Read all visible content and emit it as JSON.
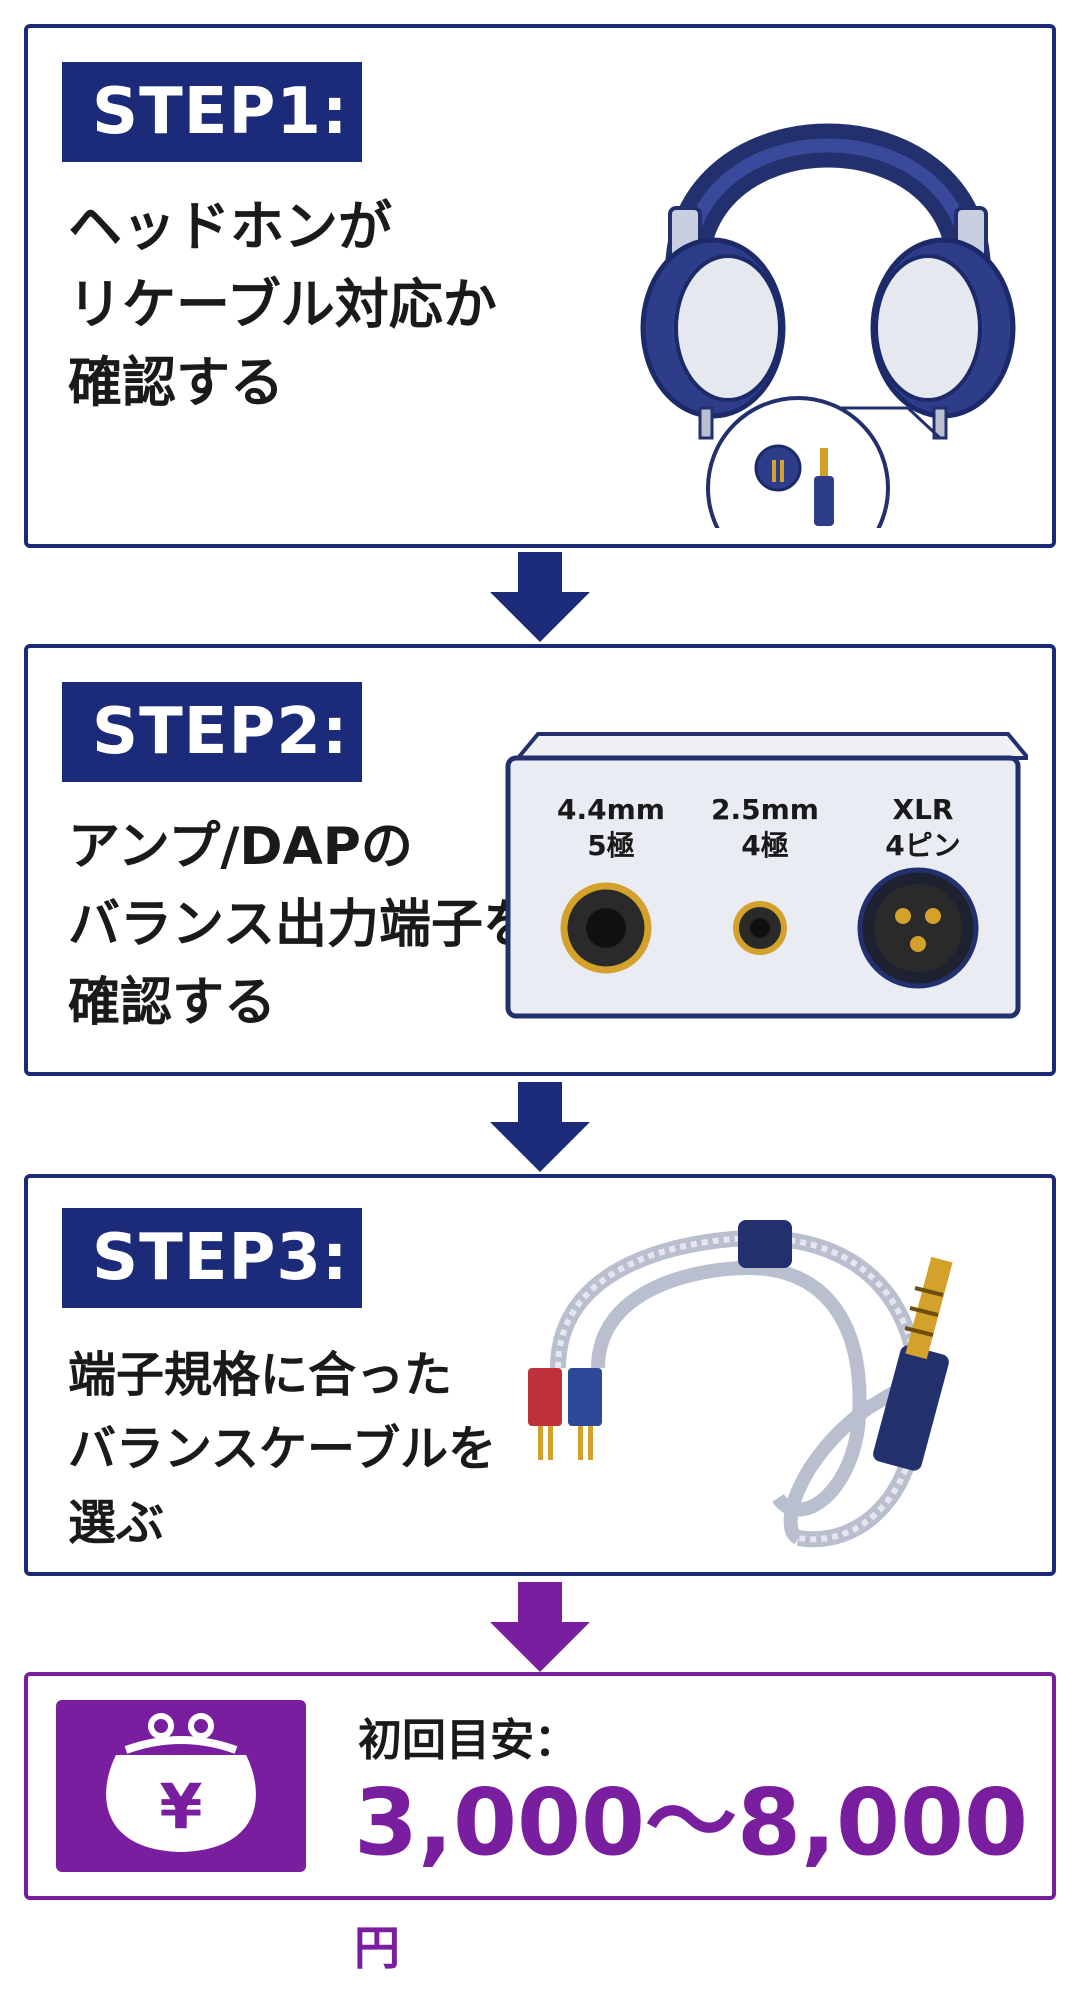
{
  "steps": [
    {
      "badge": "STEP1:",
      "text": "ヘッドホンが\nリケーブル対応か\n確認する"
    },
    {
      "badge": "STEP2:",
      "text": "アンプ/DAPの\nバランス出力端子を\n確認する",
      "ports": [
        {
          "label": "4.4mm\n5極"
        },
        {
          "label": "2.5mm\n4極"
        },
        {
          "label": "XLR\n4ピン"
        }
      ]
    },
    {
      "badge": "STEP3:",
      "text": "端子規格に合った\nバランスケーブルを\n選ぶ"
    }
  ],
  "cost": {
    "label": "初回目安：",
    "amount": "3,000〜8,000",
    "unit": "円",
    "icon": "purse-yen-icon"
  },
  "colors": {
    "navy": "#1c2a7a",
    "purple": "#7a1ea0",
    "gold": "#d4a22a"
  }
}
